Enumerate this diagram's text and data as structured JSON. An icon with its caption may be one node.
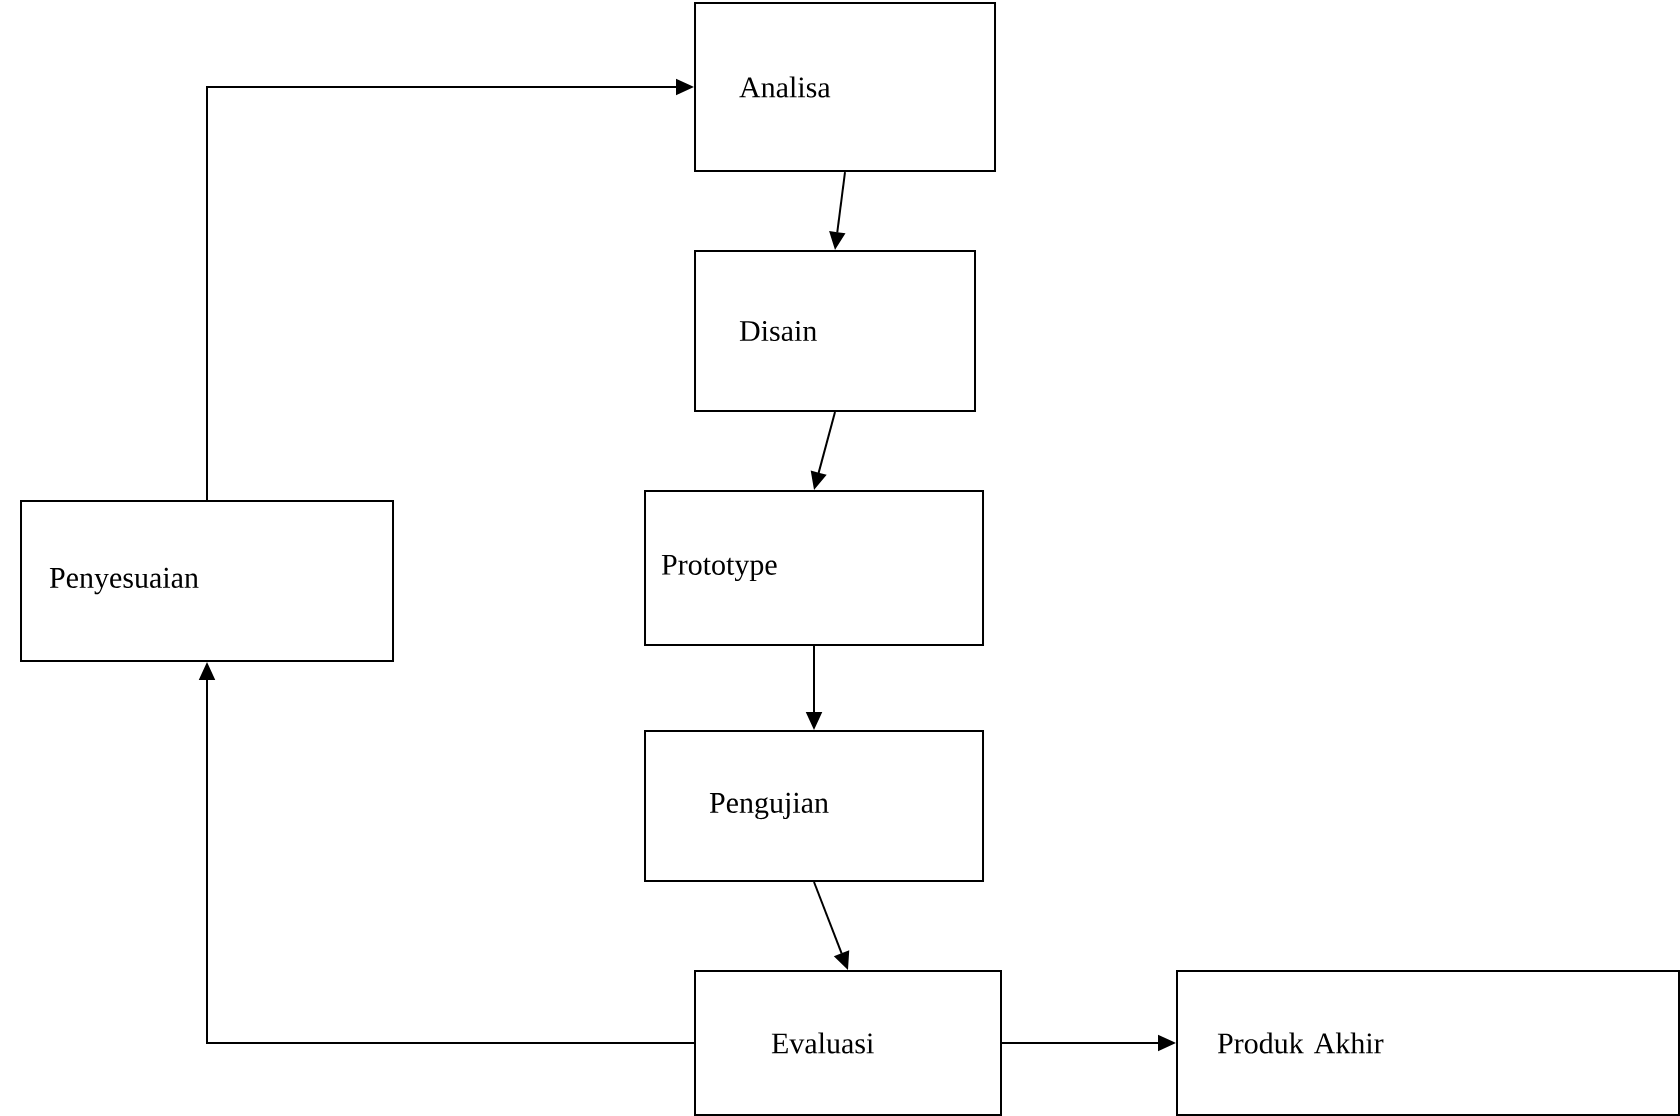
{
  "diagram": {
    "nodes": [
      {
        "text": [
          "Analisa"
        ]
      },
      {
        "text": [
          "Disain"
        ]
      },
      {
        "text": [
          "Penyesuaian"
        ]
      },
      {
        "text": [
          "Prototype"
        ]
      },
      {
        "text": [
          "Pengujian"
        ]
      },
      {
        "text": [
          "Evaluasi"
        ]
      },
      {
        "text": [
          "Produk Akhir"
        ]
      }
    ],
    "edges": [
      {
        "from": 0,
        "to": 1,
        "arrow": "to"
      },
      {
        "from": 1,
        "to": 3,
        "arrow": "to"
      },
      {
        "from": 3,
        "to": 4,
        "arrow": "to"
      },
      {
        "from": 4,
        "to": 5,
        "arrow": "to"
      },
      {
        "from": 5,
        "to": 6,
        "arrow": "to"
      },
      {
        "from": 5,
        "to": 2,
        "arrow": "to"
      },
      {
        "from": 2,
        "to": 0,
        "arrow": "to"
      }
    ]
  }
}
